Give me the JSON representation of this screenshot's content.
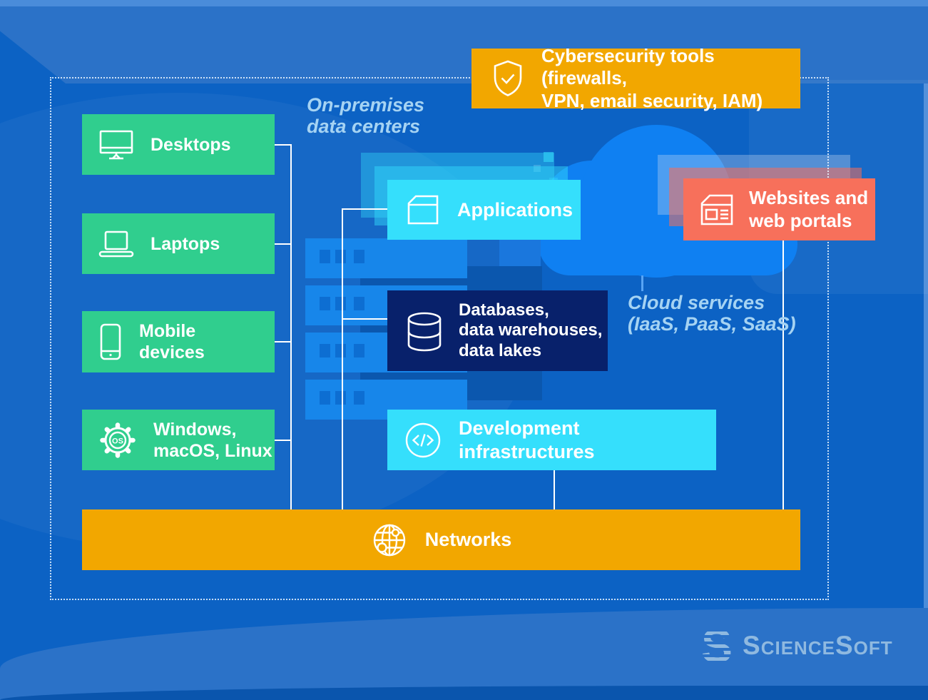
{
  "palette": {
    "background_blue": "#0c62c4",
    "band_blue": "#2b72c8",
    "cloud_blue": "#0f80f2",
    "green": "#30ce8e",
    "yellow": "#f2a700",
    "cyan": "#35dffc",
    "navy": "#08216b",
    "coral": "#f7705b",
    "note_blue": "#a5d3f3",
    "logo_blue": "#8fb9e0",
    "rack_blue": "#1786ea"
  },
  "cybersecurity": {
    "label": "Cybersecurity tools (firewalls,\nVPN, email security, IAM)",
    "icon": "shield-check-icon"
  },
  "devices": [
    {
      "label": "Desktops",
      "icon": "desktop-monitor-icon"
    },
    {
      "label": "Laptops",
      "icon": "laptop-icon"
    },
    {
      "label": "Mobile\ndevices",
      "icon": "smartphone-icon"
    },
    {
      "label": "Windows,\nmacOS, Linux",
      "icon": "os-gear-icon",
      "icon_text": "OS"
    }
  ],
  "on_premises_label": "On-premises\ndata centers",
  "applications": {
    "label": "Applications",
    "icon": "app-window-icon"
  },
  "databases": {
    "label": "Databases,\ndata warehouses,\ndata lakes",
    "icon": "database-icon"
  },
  "development": {
    "label": "Development infrastructures",
    "icon": "code-circle-icon"
  },
  "cloud_services_label": "Cloud services\n(IaaS, PaaS, SaaS)",
  "websites": {
    "label": "Websites and\nweb portals",
    "icon": "web-page-icon"
  },
  "networks": {
    "label": "Networks",
    "icon": "globe-network-icon"
  },
  "logo": {
    "mark": "S",
    "text": "ScienceSoft"
  }
}
